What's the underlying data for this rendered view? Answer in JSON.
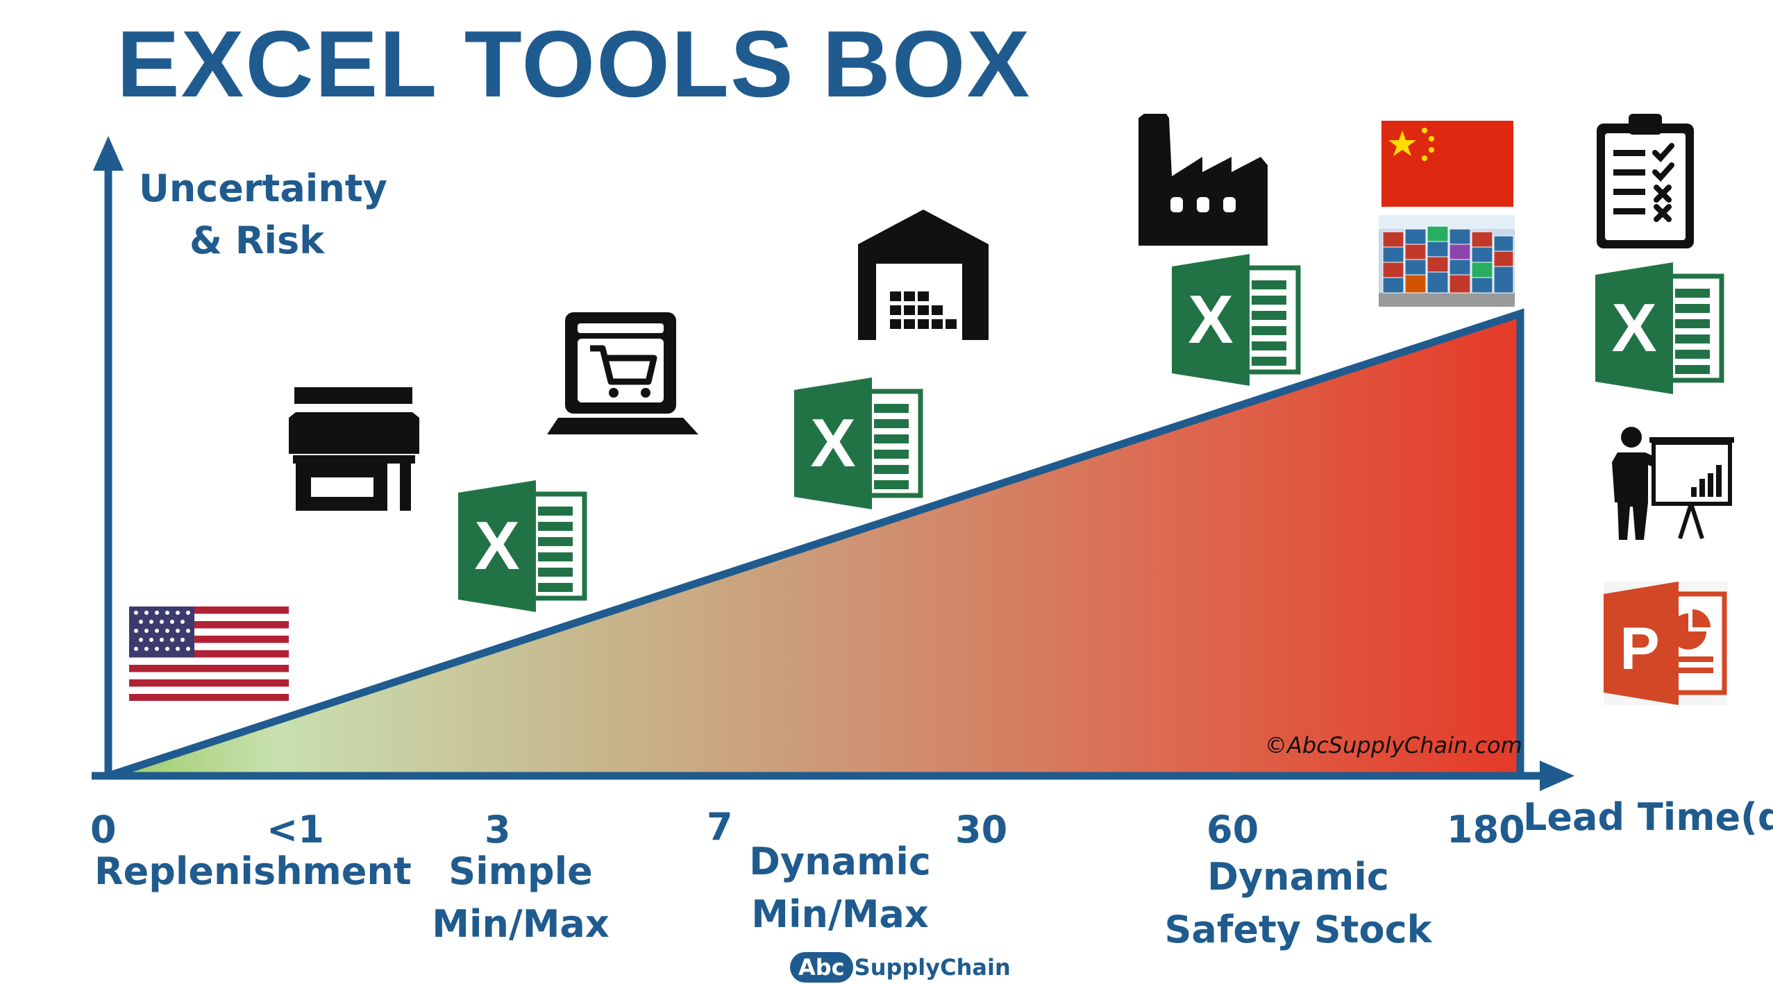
{
  "title": "EXCEL TOOLS BOX",
  "y_axis_label_line1": "Uncertainty",
  "y_axis_label_line2": "& Risk",
  "x_axis_label": "Lead Time(d)",
  "ticks": [
    "0",
    "<1",
    "3",
    "7",
    "30",
    "60",
    "180"
  ],
  "tools": {
    "replenishment": "Replenishment",
    "simple_line1": "Simple",
    "simple_line2": "Min/Max",
    "dynamic_line1": "Dynamic",
    "dynamic_line2": "Min/Max",
    "safety_line1": "Dynamic",
    "safety_line2": "Safety Stock"
  },
  "copyright": "©AbcSupplyChain.com",
  "brand": {
    "abc": "Abc",
    "rest": "SupplyChain"
  },
  "excel_logo_letter": "X",
  "powerpoint_logo_letter": "P",
  "colors": {
    "axis_blue": "#1f5b8e",
    "gradient_start": "#9ccc65",
    "gradient_end": "#e53a28",
    "excel_green": "#217346",
    "ppt_orange": "#d24726"
  },
  "icons": [
    "us-flag-icon",
    "store-icon",
    "ecommerce-laptop-icon",
    "warehouse-icon",
    "factory-icon",
    "china-flag-icon",
    "shipping-containers-icon",
    "checklist-icon",
    "presenter-icon",
    "excel-icon",
    "powerpoint-icon"
  ]
}
